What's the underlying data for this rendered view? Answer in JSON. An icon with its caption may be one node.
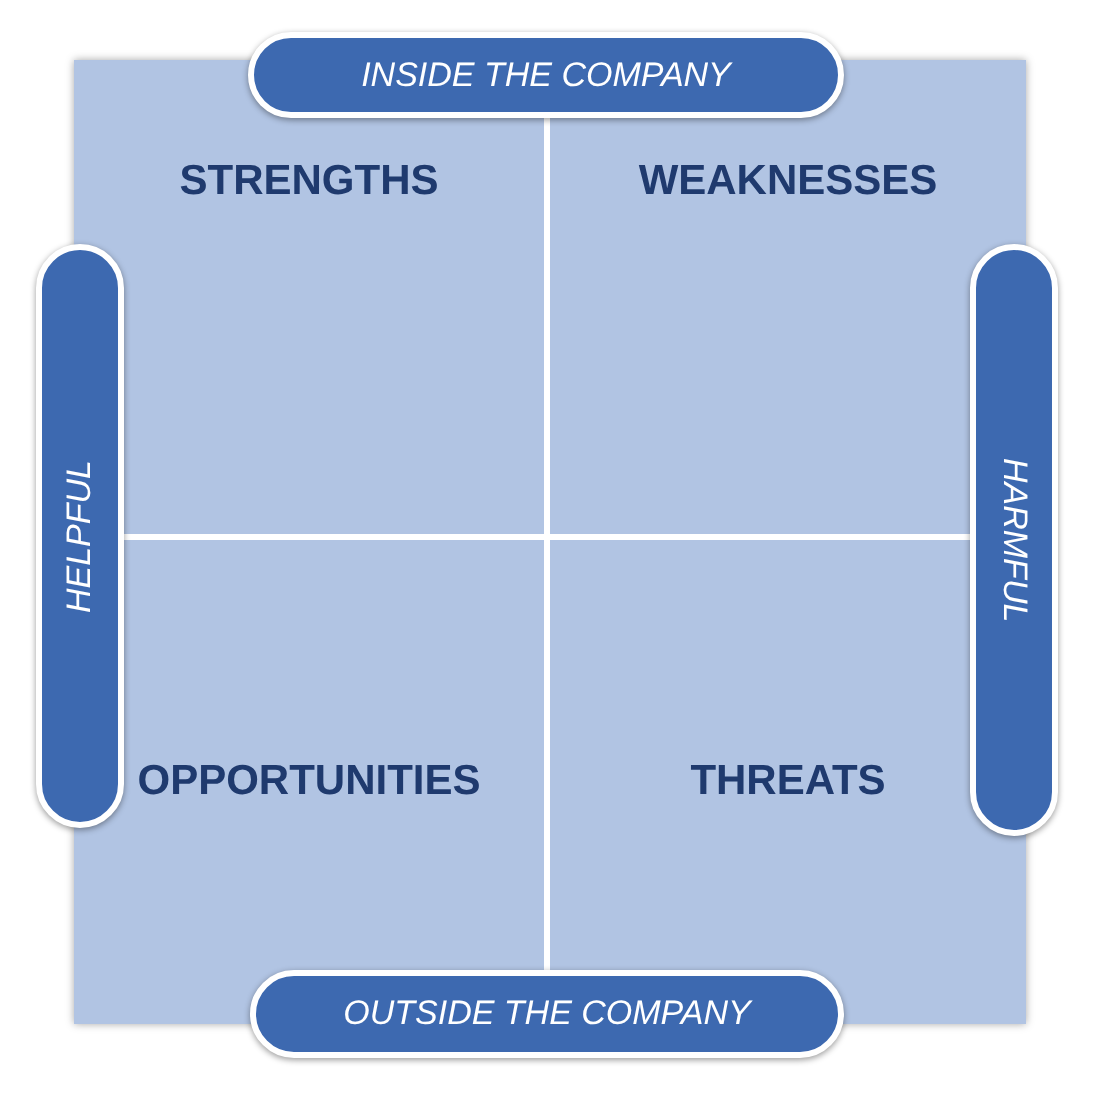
{
  "diagram": {
    "nodes": [
      {
        "text": [],
        "shape": "box"
      },
      {
        "text": [
          "INSIDE THE COMPANY"
        ]
      },
      {
        "text": [
          "HELPFUL"
        ]
      },
      {
        "text": [
          "STRENGTHS"
        ],
        "in": 0
      },
      {
        "text": [
          "WEAKNESSES"
        ],
        "in": 0
      },
      {
        "text": [
          "HARMFUL"
        ]
      },
      {
        "text": [
          "OPPORTUNITIES"
        ],
        "in": 0
      },
      {
        "text": [
          "THREATS"
        ],
        "in": 0
      },
      {
        "text": [
          "OUTSIDE THE COMPANY"
        ]
      }
    ],
    "edges": []
  }
}
